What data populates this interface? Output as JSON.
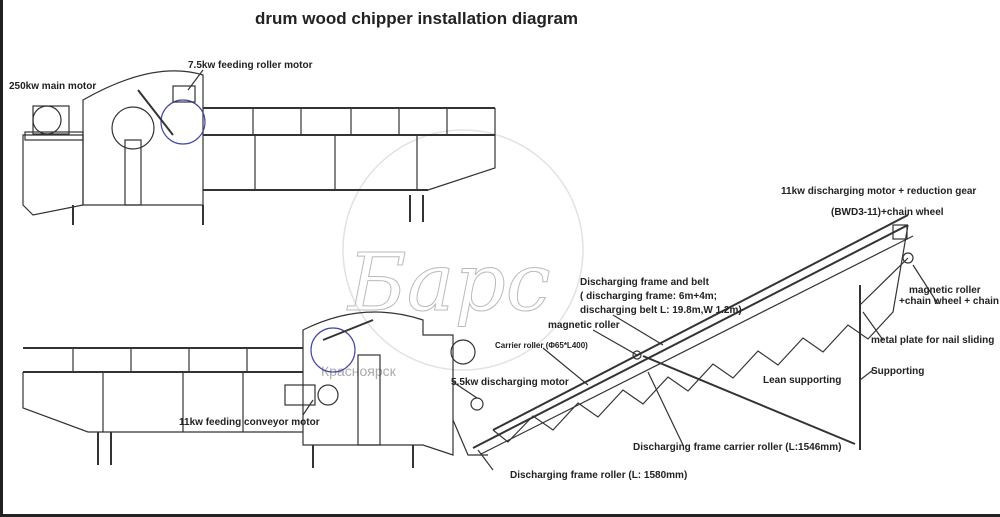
{
  "title": "drum wood chipper installation diagram",
  "watermark": {
    "brand": "Барс",
    "city": "Красноярск"
  },
  "labels": {
    "feeding_roller_motor": "7.5kw feeding roller motor",
    "main_motor": "250kw main motor",
    "discharging_motor_gear_1": "11kw discharging motor + reduction gear",
    "discharging_motor_gear_2": "(BWD3-11)+chain wheel",
    "frame_belt_1": "Discharging frame and belt",
    "frame_belt_2": "( discharging frame: 6m+4m;",
    "frame_belt_3": "discharging belt L: 19.8m,W 1.2m)",
    "magnetic_roller": "magnetic roller",
    "carrier_roller": "Carrier roller (Φ65*L400)",
    "magnetic_roller_chain_1": "magnetic roller",
    "magnetic_roller_chain_2": "+chain wheel + chain",
    "metal_plate": "metal plate for nail sliding",
    "supporting": "Supporting",
    "lean_supporting": "Lean supporting",
    "discharging_motor": "5.5kw discharging motor",
    "feeding_conveyor_motor": "11kw feeding conveyor motor",
    "frame_carrier_roller": "Discharging frame carrier roller (L:1546mm)",
    "frame_roller": "Discharging frame roller (L: 1580mm)"
  }
}
